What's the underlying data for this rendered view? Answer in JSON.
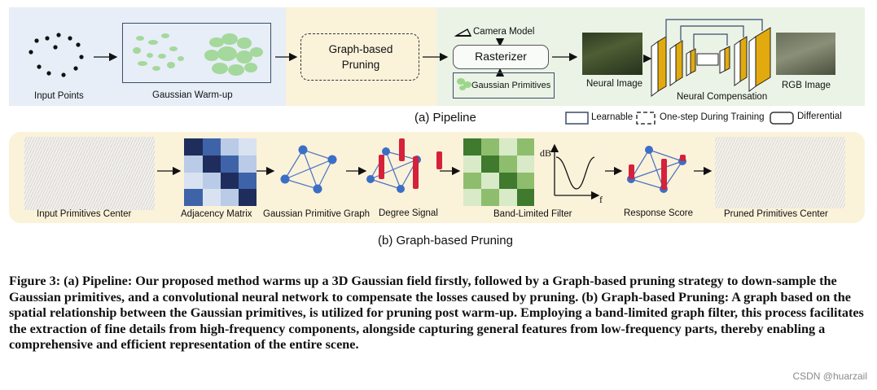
{
  "pipeline": {
    "title": "(a) Pipeline",
    "input_points": "Input Points",
    "warmup": "Gaussian Warm-up",
    "pruning_box": "Graph-based Pruning",
    "camera_model": "Camera Model",
    "rasterizer": "Rasterizer",
    "gaussian_primitives": "Gaussian Primitives",
    "neural_image": "Neural Image",
    "neural_compensation": "Neural Compensation",
    "rgb_image": "RGB Image"
  },
  "legend": {
    "learnable": "Learnable",
    "one_step": "One-step During Training",
    "differential": "Differential"
  },
  "pruning": {
    "title": "(b) Graph-based Pruning",
    "input_center": "Input Primitives Center",
    "adjacency": "Adjacency Matrix",
    "graph": "Gaussian Primitive Graph",
    "degree": "Degree Signal",
    "filter": "Band-Limited Filter",
    "filter_y": "dB",
    "filter_x": "f",
    "response": "Response Score",
    "pruned": "Pruned Primitives Center"
  },
  "caption": "Figure 3: (a) Pipeline: Our proposed method warms up a 3D Gaussian field firstly, followed by a Graph-based pruning strategy to down-sample the Gaussian primitives, and a convolutional neural network to compensate the losses caused by pruning. (b) Graph-based Pruning: A graph based on the spatial relationship between the Gaussian primitives, is utilized for pruning post warm-up. Employing a band-limited graph filter, this process facilitates the extraction of fine details from high-frequency components, alongside capturing general features from low-frequency parts, thereby enabling a comprehensive and efficient representation of the entire scene.",
  "watermark": "CSDN @huarzail",
  "colors": {
    "node_blue": "#3b6fc6",
    "bar_red": "#d6213a",
    "matrix_dark_navy": "#1f2d5c",
    "matrix_blue": "#3f63a8",
    "matrix_light": "#b9cbe6",
    "filter_dark_green": "#3f7a2e",
    "filter_light_green": "#d8eac8",
    "encoder_gold": "#e2aa0e"
  }
}
